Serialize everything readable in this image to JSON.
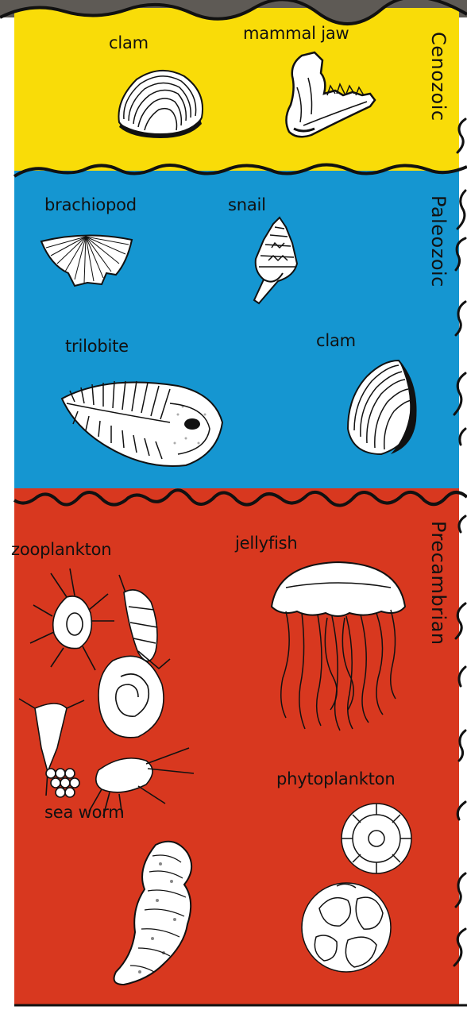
{
  "colors": {
    "cenozoic": "#f9dc08",
    "paleozoic": "#1596d1",
    "precambrian": "#d8381f",
    "rock": "#5e5a55",
    "outline": "#111111"
  },
  "eras": [
    {
      "name": "Cenozoic",
      "fossils": [
        "clam",
        "mammal jaw"
      ]
    },
    {
      "name": "Paleozoic",
      "fossils": [
        "brachiopod",
        "snail",
        "trilobite",
        "clam"
      ]
    },
    {
      "name": "Precambrian",
      "fossils": [
        "zooplankton",
        "jellyfish",
        "sea worm",
        "phytoplankton"
      ]
    }
  ]
}
